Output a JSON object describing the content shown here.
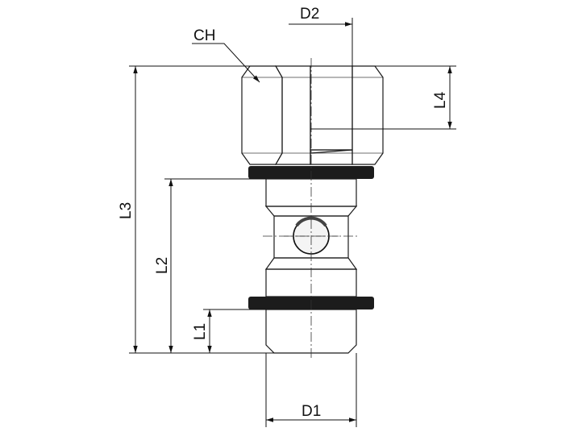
{
  "labels": {
    "ch": "CH",
    "d2": "D2",
    "l3": "L3",
    "l4": "L4",
    "l2": "L2",
    "l1": "L1",
    "d1": "D1"
  },
  "colors": {
    "background": "#ffffff",
    "metal_light": "#d9d9d9",
    "metal_dark": "#6e6e6e",
    "washer": "#1c1c1c",
    "line": "#111111"
  }
}
